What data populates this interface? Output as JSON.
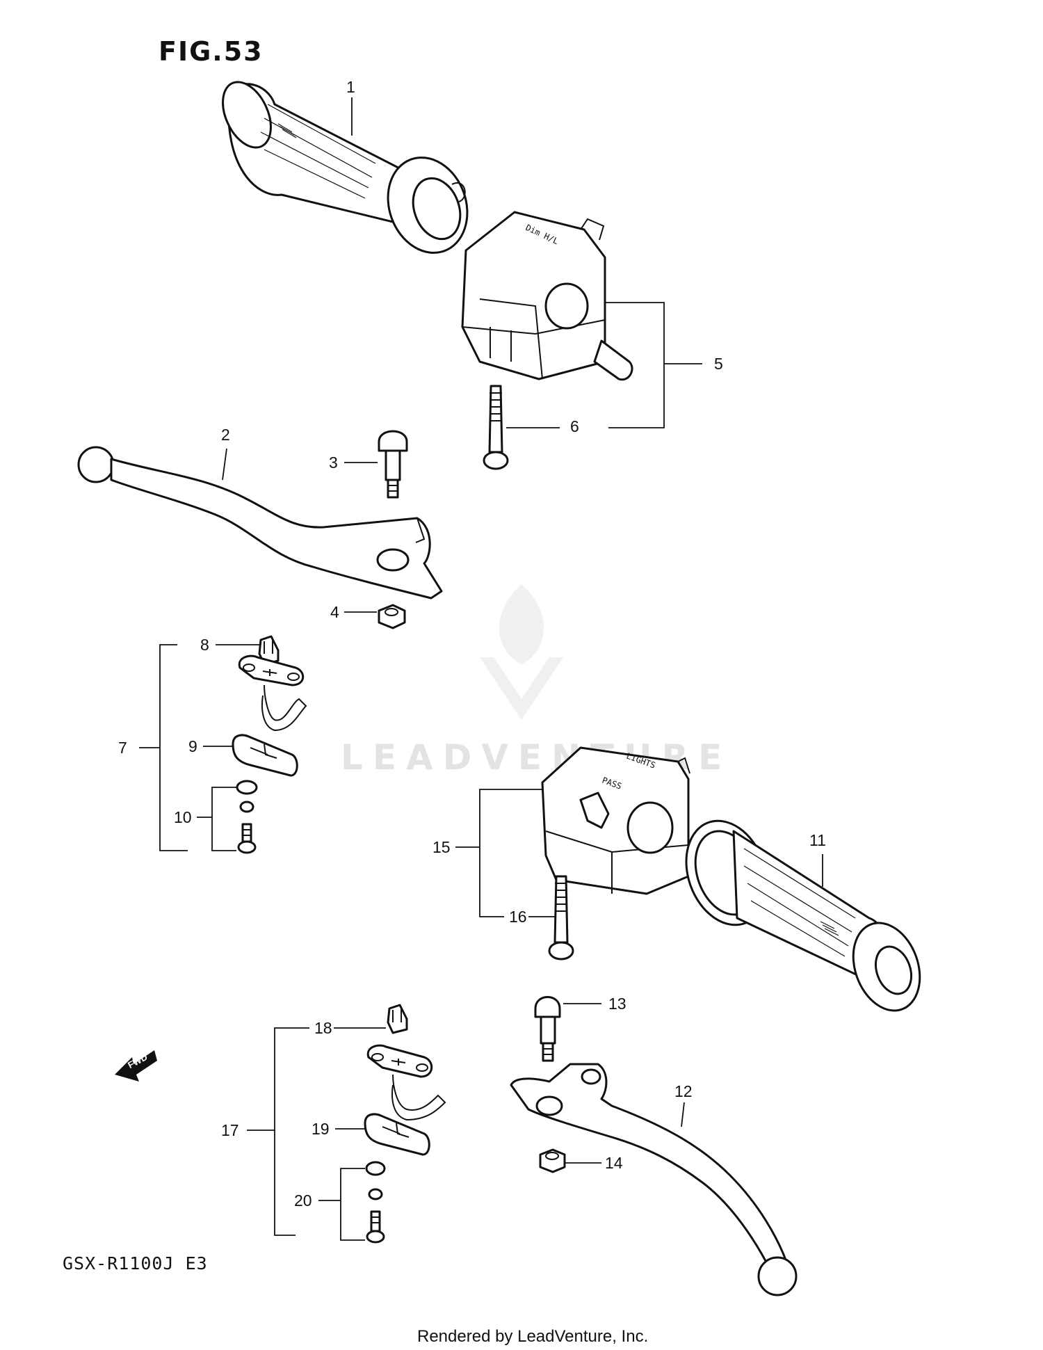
{
  "figure": {
    "title": "FIG.53",
    "model_code": "GSX-R1100J  E3",
    "footer": "Rendered by LeadVenture, Inc.",
    "watermark_text": "LEADVENTURE",
    "fwd_label": "FWD"
  },
  "callouts": [
    {
      "key": "c1",
      "label": "1"
    },
    {
      "key": "c2",
      "label": "2"
    },
    {
      "key": "c3",
      "label": "3"
    },
    {
      "key": "c4",
      "label": "4"
    },
    {
      "key": "c5",
      "label": "5"
    },
    {
      "key": "c6",
      "label": "6"
    },
    {
      "key": "c7",
      "label": "7"
    },
    {
      "key": "c8",
      "label": "8"
    },
    {
      "key": "c9",
      "label": "9"
    },
    {
      "key": "c10",
      "label": "10"
    },
    {
      "key": "c11",
      "label": "11"
    },
    {
      "key": "c12",
      "label": "12"
    },
    {
      "key": "c13",
      "label": "13"
    },
    {
      "key": "c14",
      "label": "14"
    },
    {
      "key": "c15",
      "label": "15"
    },
    {
      "key": "c16",
      "label": "16"
    },
    {
      "key": "c17",
      "label": "17"
    },
    {
      "key": "c18",
      "label": "18"
    },
    {
      "key": "c19",
      "label": "19"
    },
    {
      "key": "c20",
      "label": "20"
    }
  ],
  "colors": {
    "line": "#111111",
    "background": "#ffffff",
    "watermark": "#e3e3e3"
  }
}
